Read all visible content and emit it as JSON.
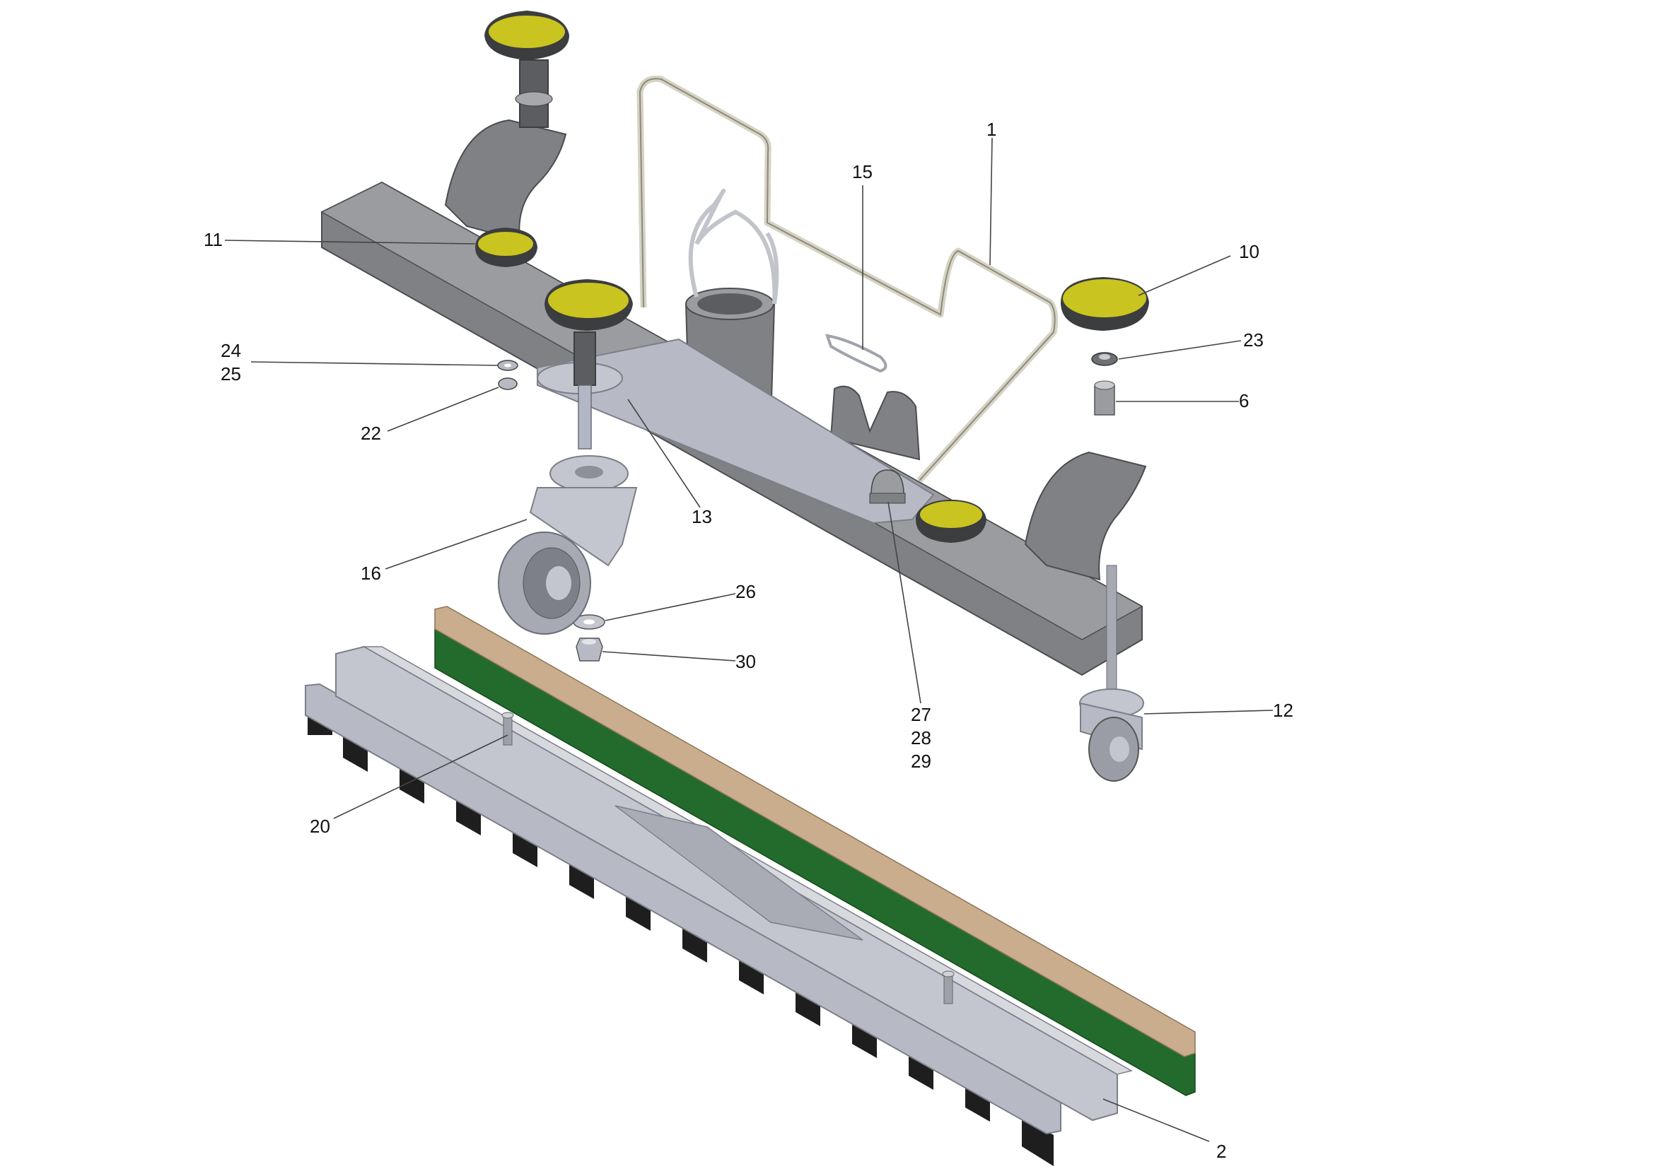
{
  "colors": {
    "housing": "#7f8184",
    "housing_dark": "#5b5d60",
    "housing_light": "#a6a8ab",
    "knob": "#c9c41f",
    "knob_rim": "#3c3d3f",
    "wire": "#d6d3c4",
    "metal": "#c3c6ce",
    "wood": "#c9ad8d",
    "rubber_green": "#236b2c",
    "rubber_black": "#1e1e1e",
    "frame": "#b7bac4"
  },
  "callouts": [
    {
      "id": "1",
      "label": "1"
    },
    {
      "id": "15",
      "label": "15"
    },
    {
      "id": "11",
      "label": "11"
    },
    {
      "id": "10",
      "label": "10"
    },
    {
      "id": "23",
      "label": "23"
    },
    {
      "id": "24",
      "label": "24"
    },
    {
      "id": "25",
      "label": "25"
    },
    {
      "id": "6",
      "label": "6"
    },
    {
      "id": "22",
      "label": "22"
    },
    {
      "id": "13",
      "label": "13"
    },
    {
      "id": "16",
      "label": "16"
    },
    {
      "id": "26",
      "label": "26"
    },
    {
      "id": "30",
      "label": "30"
    },
    {
      "id": "27",
      "label": "27"
    },
    {
      "id": "28",
      "label": "28"
    },
    {
      "id": "29",
      "label": "29"
    },
    {
      "id": "12",
      "label": "12"
    },
    {
      "id": "20",
      "label": "20"
    },
    {
      "id": "2",
      "label": "2"
    }
  ]
}
